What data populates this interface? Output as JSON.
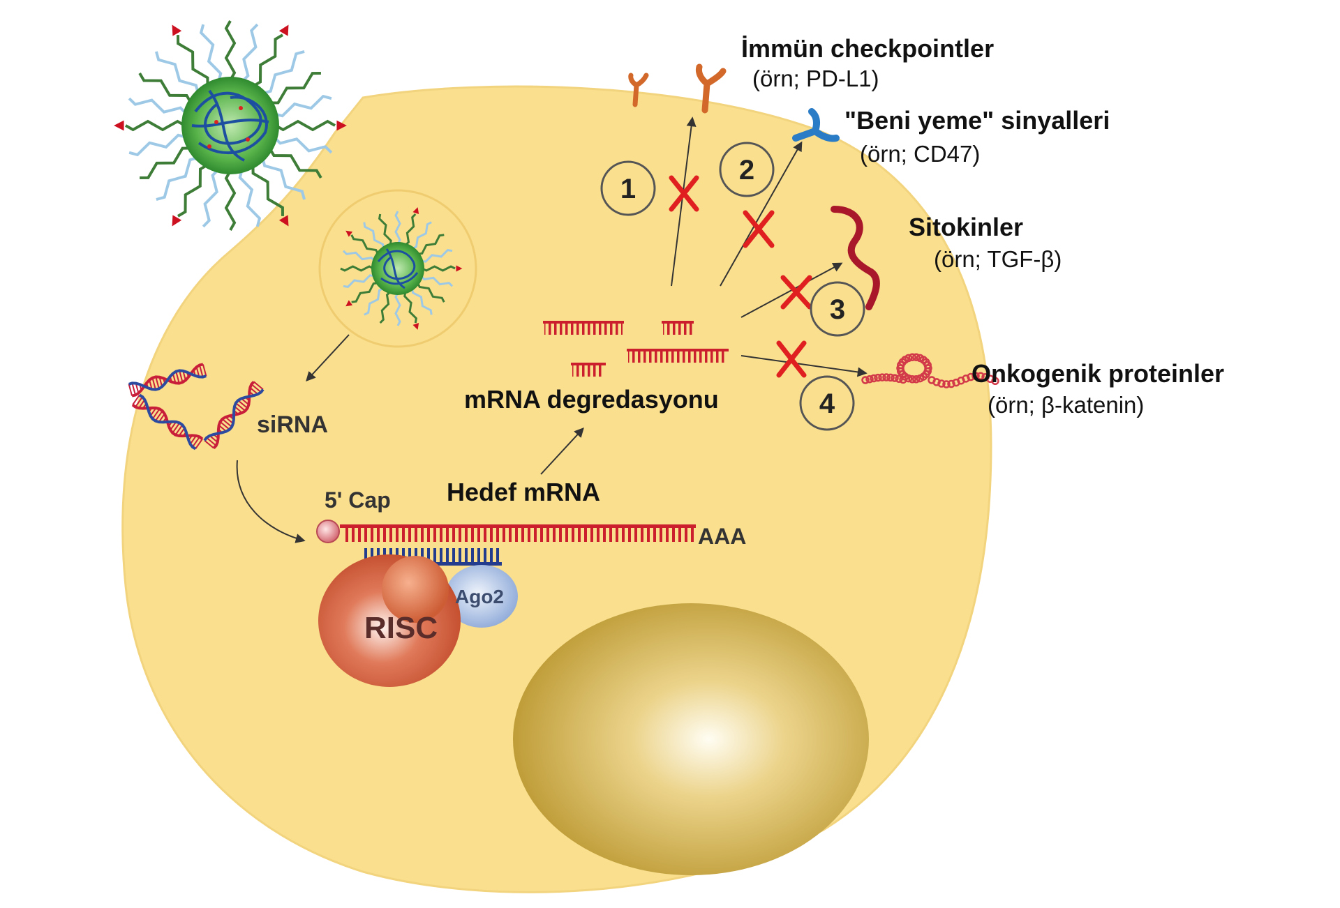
{
  "colors": {
    "cell_fill": "#f9df8e",
    "nucleus": "#d9ba5a",
    "mrna": "#cc1f2e",
    "cross": "#e02020",
    "risc": "#d8603f",
    "ago2": "#9fb6e0",
    "nanoparticle": "#58b34a"
  },
  "labels": {
    "immune_title": "İmmün checkpointler",
    "immune_sub": "(örn; PD-L1)",
    "dontEat_title": "\"Beni yeme\" sinyalleri",
    "dontEat_sub": "(örn; CD47)",
    "cytokine_title": "Sitokinler",
    "cytokine_sub": "(örn; TGF-β)",
    "onco_title": "Onkogenik proteinler",
    "onco_sub": "(örn; β-katenin)",
    "degradation": "mRNA degredasyonu",
    "target": "Hedef mRNA",
    "sirna": "siRNA",
    "cap": "5' Cap",
    "polyA": "AAA",
    "risc": "RISC",
    "ago2": "Ago2"
  },
  "pathways": [
    {
      "number": "1"
    },
    {
      "number": "2"
    },
    {
      "number": "3"
    },
    {
      "number": "4"
    }
  ],
  "icons": [
    "nanoparticle-icon",
    "endosome-icon",
    "sirna-duplex-icon",
    "receptor-icon",
    "cytokine-icon",
    "protein-chain-icon",
    "cross-mark-icon"
  ]
}
